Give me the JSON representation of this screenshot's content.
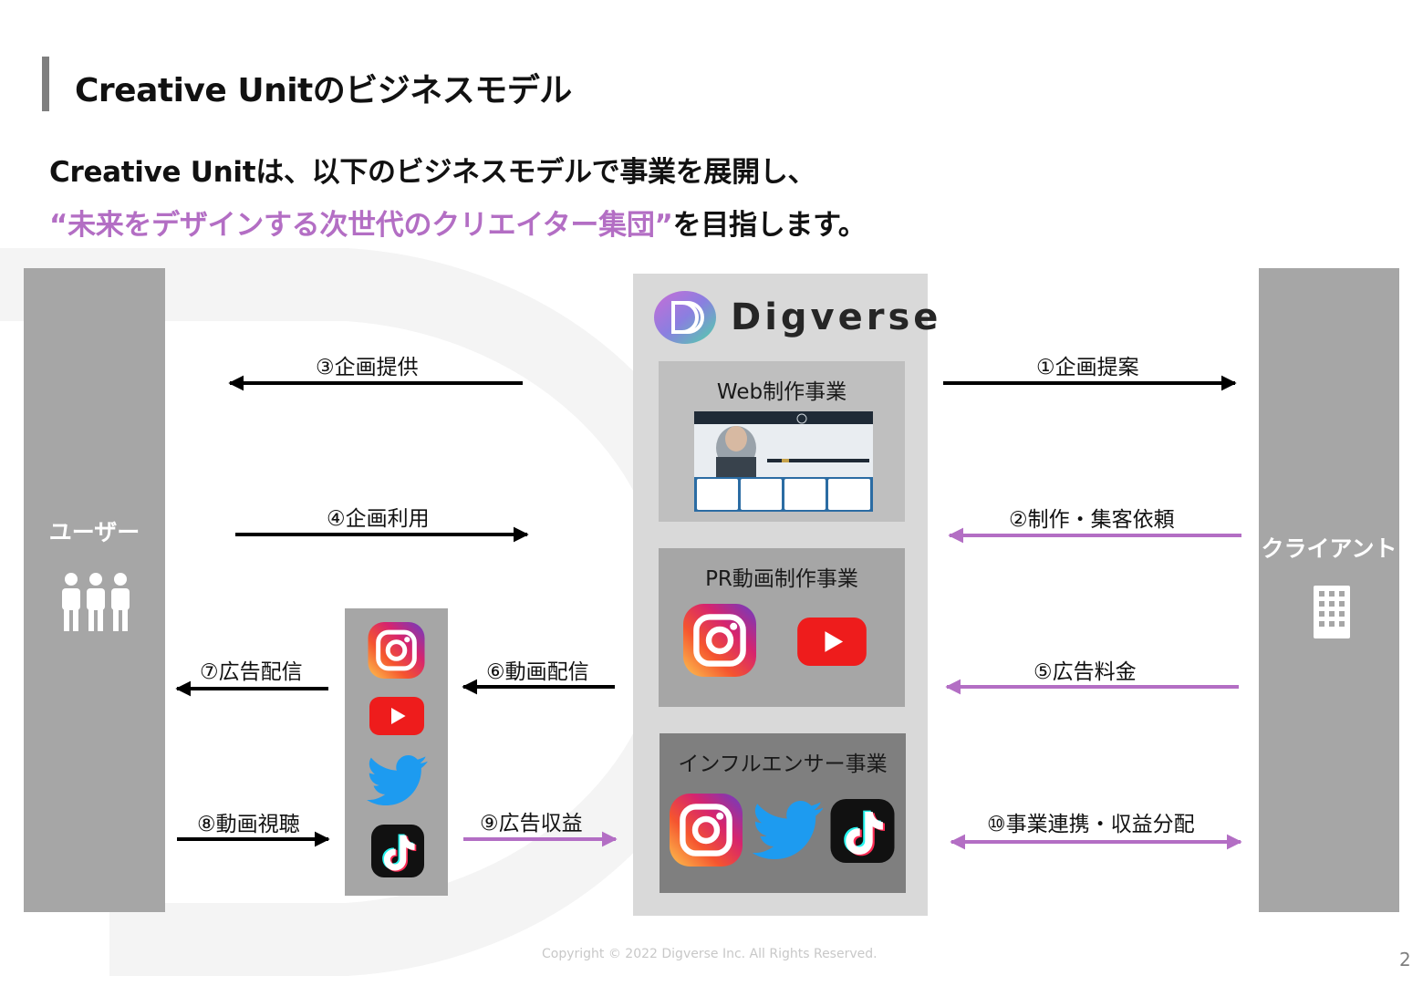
{
  "header": {
    "title": "Creative Unitのビジネスモデル"
  },
  "intro": {
    "line1": "Creative Unitは、以下のビジネスモデルで事業を展開し、",
    "accent": "“未来をデザインする次世代のクリエイター集団”",
    "tail": "を目指します。"
  },
  "user_column": {
    "label": "ユーザー",
    "icon": "people-icon"
  },
  "client_column": {
    "label": "クライアント",
    "icon": "building-icon"
  },
  "company": {
    "logo_text": "Digverse",
    "logo_icon": "digverse-logo-icon"
  },
  "businesses": [
    {
      "title": "Web制作事業",
      "icon": "website-screenshot"
    },
    {
      "title": "PR動画制作事業",
      "icons": [
        "instagram-icon",
        "youtube-icon"
      ]
    },
    {
      "title": "インフルエンサー事業",
      "icons": [
        "instagram-icon",
        "twitter-icon",
        "tiktok-icon"
      ]
    }
  ],
  "platforms": {
    "icons": [
      "instagram-icon",
      "youtube-icon",
      "twitter-icon",
      "tiktok-icon"
    ]
  },
  "flows": {
    "f1": "①企画提案",
    "f2": "②制作・集客依頼",
    "f3": "③企画提供",
    "f4": "④企画利用",
    "f5": "⑤広告料金",
    "f6": "⑥動画配信",
    "f7": "⑦広告配信",
    "f8": "⑧動画視聴",
    "f9": "⑨広告収益",
    "f10": "⑩事業連携・収益分配"
  },
  "colors": {
    "black_arrow": "#000000",
    "purple_arrow": "#b36ec4",
    "accent_text": "#b36ec4"
  },
  "footer": {
    "copyright": "Copyright © 2022 Digverse Inc. All Rights Reserved.",
    "page_number": "2"
  }
}
